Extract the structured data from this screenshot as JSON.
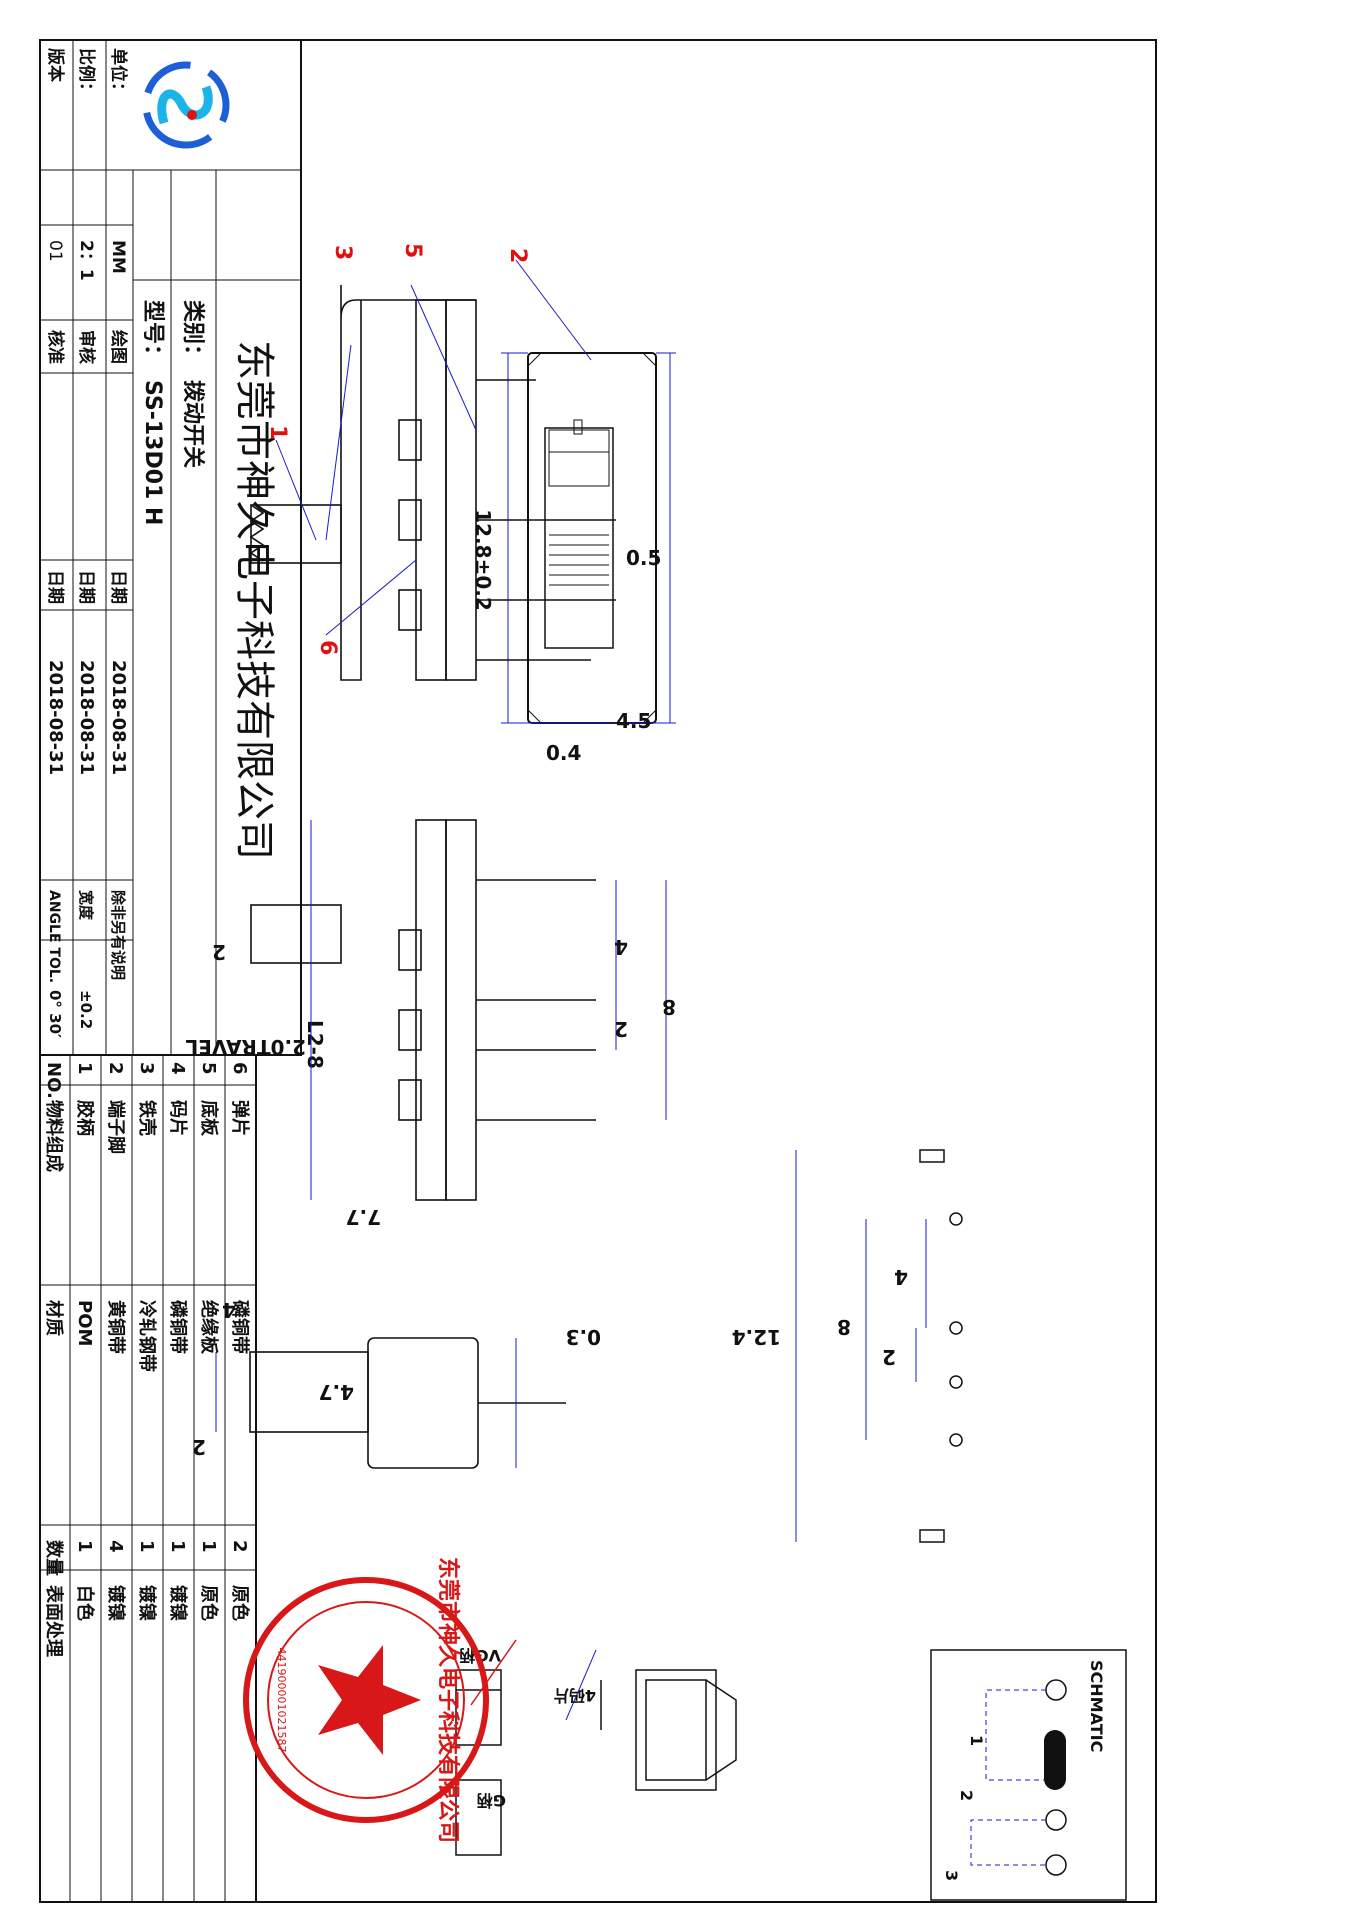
{
  "company": "东莞市神久电子科技有限公司",
  "title_block": {
    "category_label": "类别：",
    "category_value": "拨动开关",
    "model_label": "型号：",
    "model_value": "SS-13D01 H",
    "unit_label": "单位：",
    "unit_value": "MM",
    "scale_label": "比例：",
    "scale_value": "2：1",
    "version_label": "版本",
    "version_value": "01",
    "drawn_label": "绘图",
    "checked_label": "审核",
    "approved_label": "核准",
    "date_label": "日期",
    "date_drawn": "2018-08-31",
    "date_checked": "2018-08-31",
    "date_approved": "2018-08-31",
    "tol_note": "除非另有说明",
    "tol_width_label": "宽度",
    "tol_width_value": "±0.2",
    "angle_label": "ANGLE TOL.",
    "angle_value": "0° 30′"
  },
  "drawing_number": "L2-8",
  "bom": {
    "headers": [
      "NO.",
      "物料组成",
      "材质",
      "数量",
      "表面处理"
    ],
    "rows": [
      [
        "6",
        "弹片",
        "磷铜带",
        "2",
        "原色"
      ],
      [
        "5",
        "底板",
        "绝缘板",
        "1",
        "原色"
      ],
      [
        "4",
        "码片",
        "磷铜带",
        "1",
        "镀镍"
      ],
      [
        "3",
        "铁壳",
        "冷轧钢带",
        "1",
        "镀镍"
      ],
      [
        "2",
        "端子脚",
        "黄铜带",
        "4",
        "镀镍"
      ],
      [
        "1",
        "胶柄",
        "POM",
        "1",
        "白色"
      ]
    ]
  },
  "dimensions": {
    "top_width": "4.5",
    "top_length": "12.8±0.2",
    "pin_offset_a": "0.5",
    "pin_offset_b": "0.4",
    "side_pitch_4": "4",
    "side_pitch_2": "2",
    "side_span_8": "8",
    "side_knob_2": "2",
    "travel": "2.0TRAVEL",
    "side_height": "7.7",
    "end_width": "4.7",
    "knob_length": "4",
    "knob_2": "2",
    "pin_thk": "0.3",
    "fp_4": "4",
    "fp_2": "2",
    "fp_8": "8",
    "fp_total": "12.4"
  },
  "callouts": [
    "1",
    "2",
    "3",
    "5",
    "6"
  ],
  "schematic": {
    "title": "SCHMATIC",
    "labels": [
      "1",
      "2",
      "3"
    ]
  },
  "handle_labels": {
    "vg": "VG柄",
    "g": "G柄",
    "code": "4码片"
  },
  "stamp": {
    "text": "东莞市神久电子科技有限公司",
    "number": "441900001021587"
  },
  "colors": {
    "line": "#111111",
    "dim": "#1a1ad0",
    "callout": "#e01010",
    "stamp": "#d81818",
    "logo_blue": "#1e5fd8",
    "logo_cyan": "#1ab4e8"
  }
}
